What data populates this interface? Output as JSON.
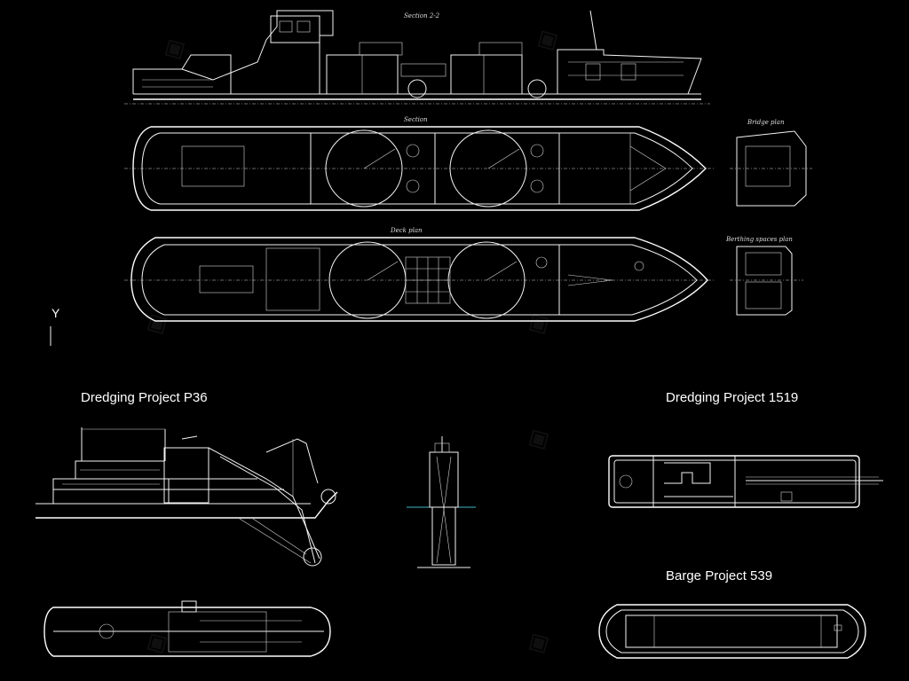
{
  "labels": {
    "section_2_2": "Section 2-2",
    "section": "Section",
    "bridge_plan": "Bridge plan",
    "deck_plan": "Deck plan",
    "berthing_spaces_plan": "Berthing spaces plan",
    "dredging_p36": "Dredging Project P36",
    "dredging_1519": "Dredging Project 1519",
    "barge_539": "Barge Project 539",
    "axis_y": "Y"
  },
  "colors": {
    "background": "#000000",
    "lines": "#f4f4f4",
    "accent_waterline": "#3fb7c6"
  }
}
